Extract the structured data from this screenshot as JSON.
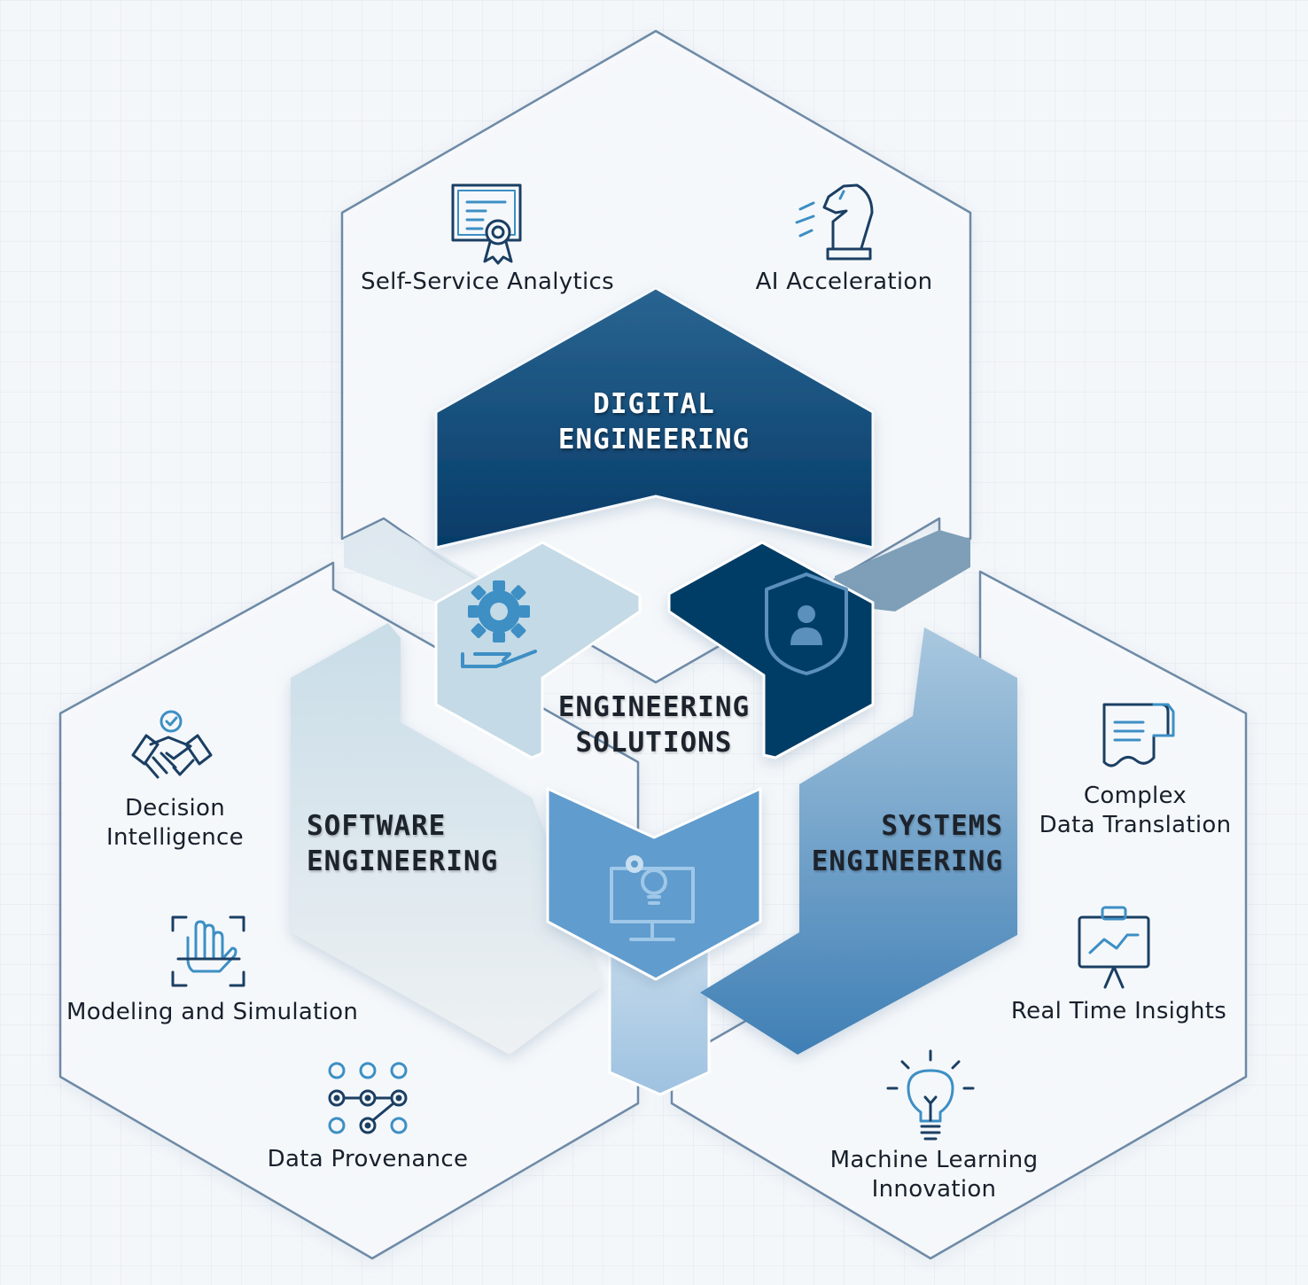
{
  "center": {
    "line1": "ENGINEERING",
    "line2": "SOLUTIONS"
  },
  "pillars": {
    "digital": {
      "line1": "DIGITAL",
      "line2": "ENGINEERING"
    },
    "software": {
      "line1": "SOFTWARE",
      "line2": "ENGINEERING"
    },
    "systems": {
      "line1": "SYSTEMS",
      "line2": "ENGINEERING"
    }
  },
  "capabilities": {
    "self_service": {
      "line1": "Self-Service Analytics",
      "icon": "certificate-icon"
    },
    "ai": {
      "line1": "AI Acceleration",
      "icon": "chess-knight-icon"
    },
    "decision": {
      "line1": "Decision",
      "line2": "Intelligence",
      "icon": "handshake-icon"
    },
    "modeling": {
      "line1": "Modeling and Simulation",
      "icon": "hand-scan-icon"
    },
    "provenance": {
      "line1": "Data Provenance",
      "icon": "node-grid-icon"
    },
    "complex_data": {
      "line1": "Complex",
      "line2": "Data Translation",
      "icon": "document-scroll-icon"
    },
    "realtime": {
      "line1": "Real Time Insights",
      "icon": "presentation-chart-icon"
    },
    "ml": {
      "line1": "Machine Learning",
      "line2": "Innovation",
      "icon": "lightbulb-icon"
    }
  },
  "colors": {
    "navy": "#0e4470",
    "navy_dark": "#063a63",
    "mid_blue": "#5f9bcb",
    "light_blue": "#c2d9e4",
    "outline": "#6e8aa6",
    "icon_dark": "#1b3f63",
    "icon_accent": "#3d8fc4"
  }
}
